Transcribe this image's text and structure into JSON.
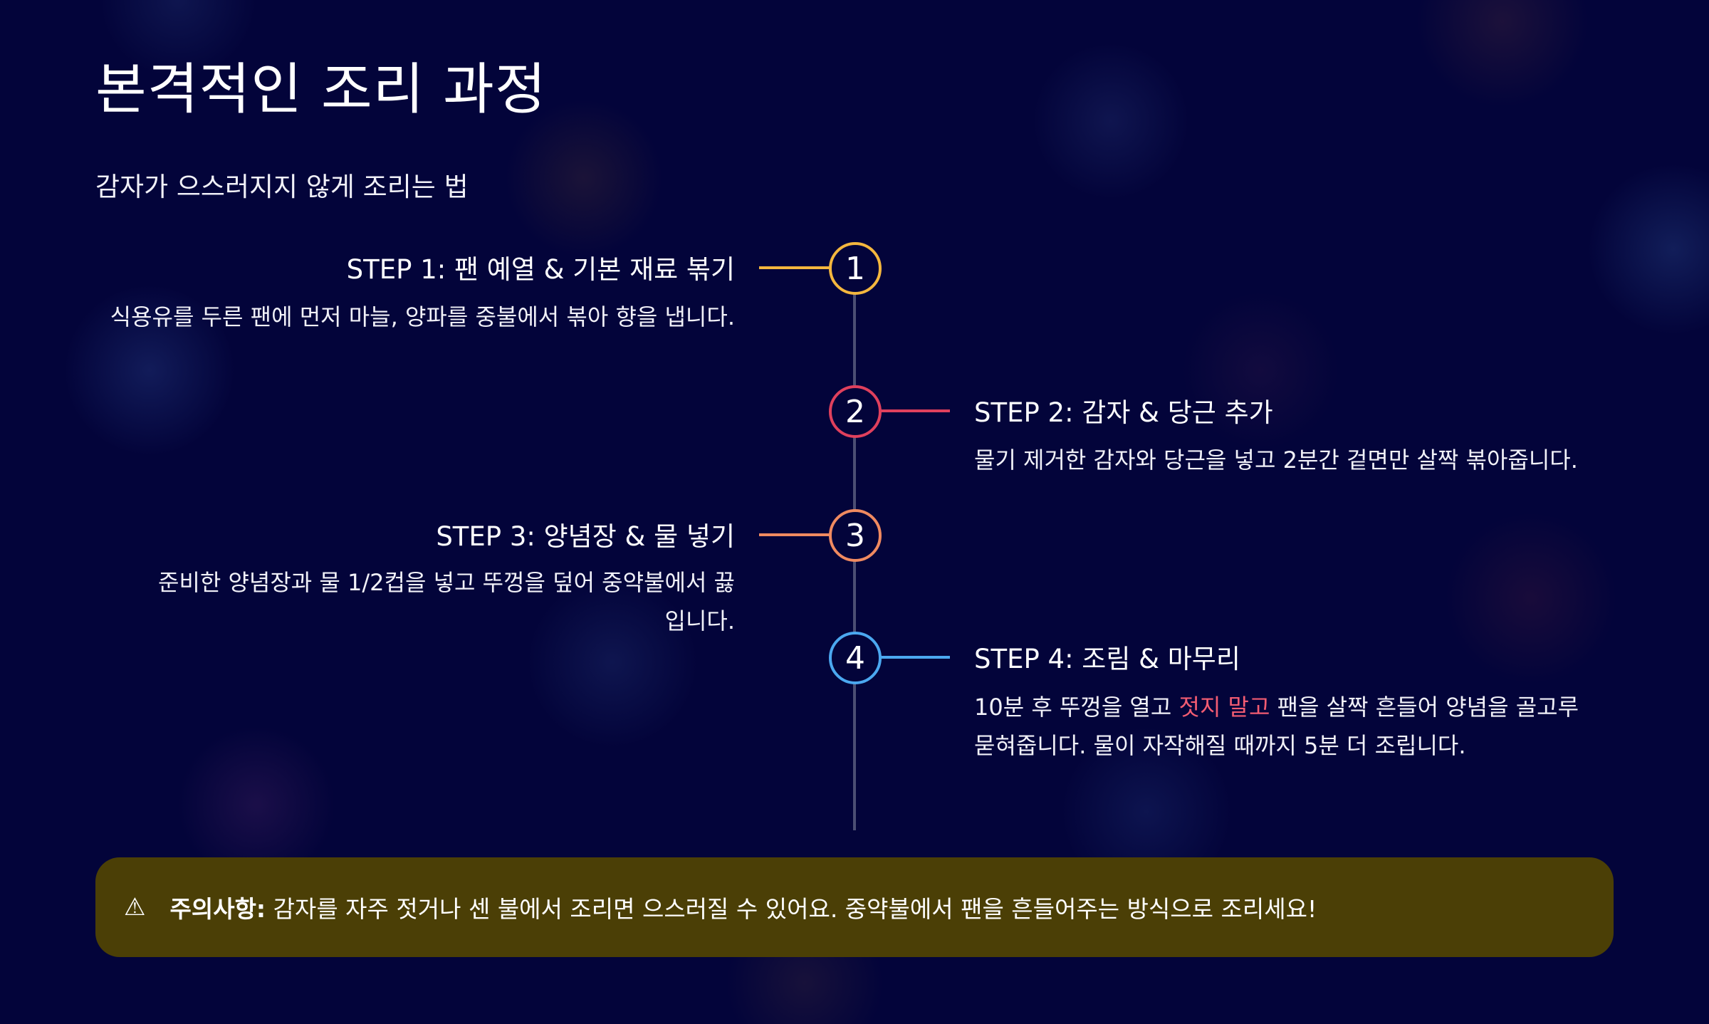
{
  "header": {
    "title": "본격적인 조리 과정",
    "subtitle": "감자가 으스러지지 않게 조리는 법"
  },
  "steps": [
    {
      "number": "1",
      "title": "STEP 1: 팬 예열 & 기본 재료 볶기",
      "description": "식용유를 두른 팬에 먼저 마늘, 양파를 중불에서 볶아 향을 냅니다.",
      "side": "left",
      "color": "#f4b73e"
    },
    {
      "number": "2",
      "title": "STEP 2: 감자 & 당근 추가",
      "description": "물기 제거한 감자와 당근을 넣고 2분간 겉면만 살짝 볶아줍니다.",
      "side": "right",
      "color": "#e0405d"
    },
    {
      "number": "3",
      "title": "STEP 3: 양념장 & 물 넣기",
      "description": "준비한 양념장과 물 1/2컵을 넣고 뚜껑을 덮어 중약불에서 끓입니다.",
      "side": "left",
      "color": "#f08a60"
    },
    {
      "number": "4",
      "title": "STEP 4: 조림 & 마무리",
      "description_before": "10분 후 뚜껑을 열고 ",
      "description_highlight": "젓지 말고",
      "description_after": " 팬을 살짝 흔들어 양념을 골고루 묻혀줍니다. 물이 자작해질 때까지 5분 더 조립니다.",
      "side": "right",
      "color": "#4ba8f0",
      "highlight_color": "#f25c72"
    }
  ],
  "warning": {
    "icon": "warning-icon",
    "label": "주의사항:",
    "text": " 감자를 자주 젓거나 센 불에서 조리면 으스러질 수 있어요. 중약불에서 팬을 흔들어주는 방식으로 조리세요!",
    "background": "#4b3f06"
  },
  "colors": {
    "background": "#03043a",
    "timeline": "#4c4f73"
  }
}
